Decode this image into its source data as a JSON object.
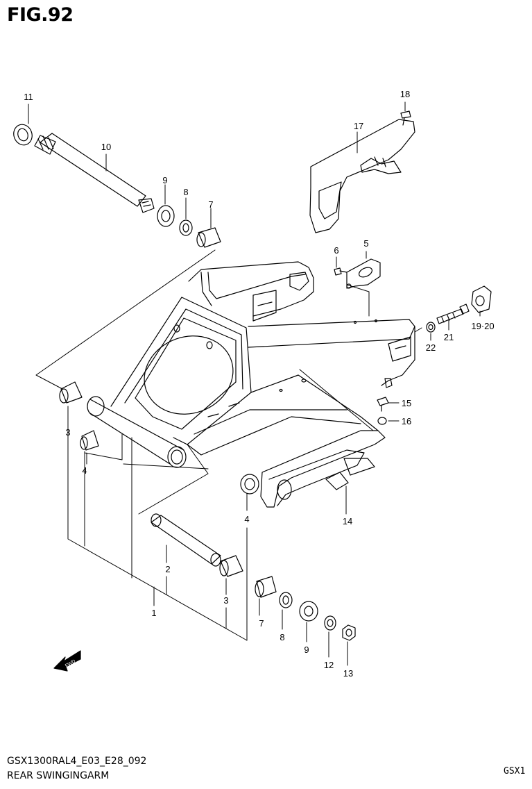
{
  "header": {
    "title": "FIG.92"
  },
  "footer": {
    "code": "GSX1300RAL4_E03_E28_092",
    "name": "REAR SWINGINGARM",
    "model_fragment": "GSX1"
  },
  "callouts": [
    {
      "id": "c11",
      "label": "11"
    },
    {
      "id": "c10",
      "label": "10"
    },
    {
      "id": "c9a",
      "label": "9"
    },
    {
      "id": "c8a",
      "label": "8"
    },
    {
      "id": "c7a",
      "label": "7"
    },
    {
      "id": "c18",
      "label": "18"
    },
    {
      "id": "c17",
      "label": "17"
    },
    {
      "id": "c6",
      "label": "6"
    },
    {
      "id": "c5",
      "label": "5"
    },
    {
      "id": "c1920",
      "label": "19·20"
    },
    {
      "id": "c21",
      "label": "21"
    },
    {
      "id": "c22",
      "label": "22"
    },
    {
      "id": "c15",
      "label": "15"
    },
    {
      "id": "c16",
      "label": "16"
    },
    {
      "id": "c3a",
      "label": "3"
    },
    {
      "id": "c4a",
      "label": "4"
    },
    {
      "id": "c4b",
      "label": "4"
    },
    {
      "id": "c14",
      "label": "14"
    },
    {
      "id": "c2",
      "label": "2"
    },
    {
      "id": "c3b",
      "label": "3"
    },
    {
      "id": "c1",
      "label": "1"
    },
    {
      "id": "c7b",
      "label": "7"
    },
    {
      "id": "c8b",
      "label": "8"
    },
    {
      "id": "c9b",
      "label": "9"
    },
    {
      "id": "c12",
      "label": "12"
    },
    {
      "id": "c13",
      "label": "13"
    }
  ],
  "icons": {
    "fwd_arrow": "forward-arrow-icon"
  }
}
